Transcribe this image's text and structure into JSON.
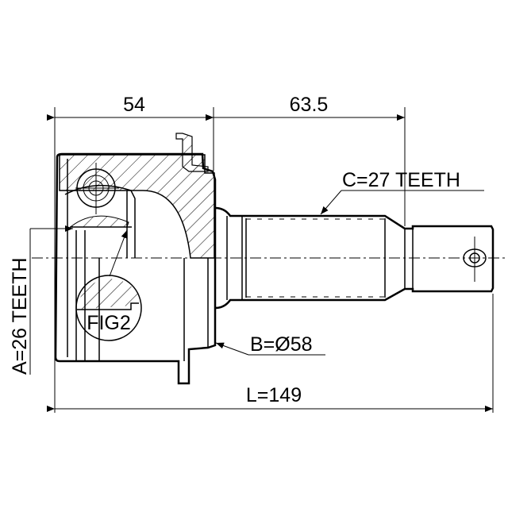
{
  "drawing": {
    "dimensions": {
      "housing_length": "54",
      "shaft_length": "63.5",
      "overall_length": "L=149"
    },
    "callouts": {
      "outer_spline": "C=27 TEETH",
      "abs_diameter": "B=Ø58",
      "inner_spline": "A=26 TEETH",
      "detail": "FIG2"
    }
  }
}
